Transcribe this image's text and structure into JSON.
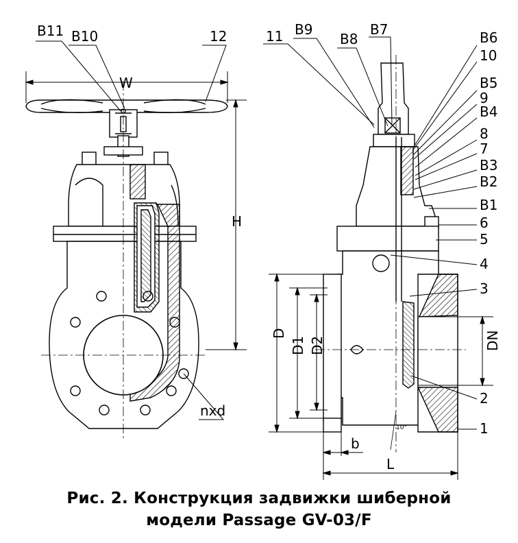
{
  "labels": {
    "b11": "B11",
    "b10": "B10",
    "n12": "12",
    "w": "W",
    "h": "H",
    "nxd": "nxd",
    "n11": "11",
    "b9": "B9",
    "b8": "B8",
    "b7": "B7",
    "b6": "B6",
    "n10": "10",
    "b5": "B5",
    "n9": "9",
    "b4": "B4",
    "n8": "8",
    "n7": "7",
    "b3": "B3",
    "b2": "B2",
    "b1": "B1",
    "n6": "6",
    "n5": "5",
    "n4": "4",
    "n3": "3",
    "dn": "DN",
    "n2": "2",
    "n1": "1",
    "d": "D",
    "d1": "D1",
    "d2": "D2",
    "b": "b",
    "l": "L",
    "angle": "10°"
  },
  "caption": {
    "line1": "Рис. 2.  Конструкция задвижки шиберной",
    "line2": "модели Passage GV-03/F"
  }
}
